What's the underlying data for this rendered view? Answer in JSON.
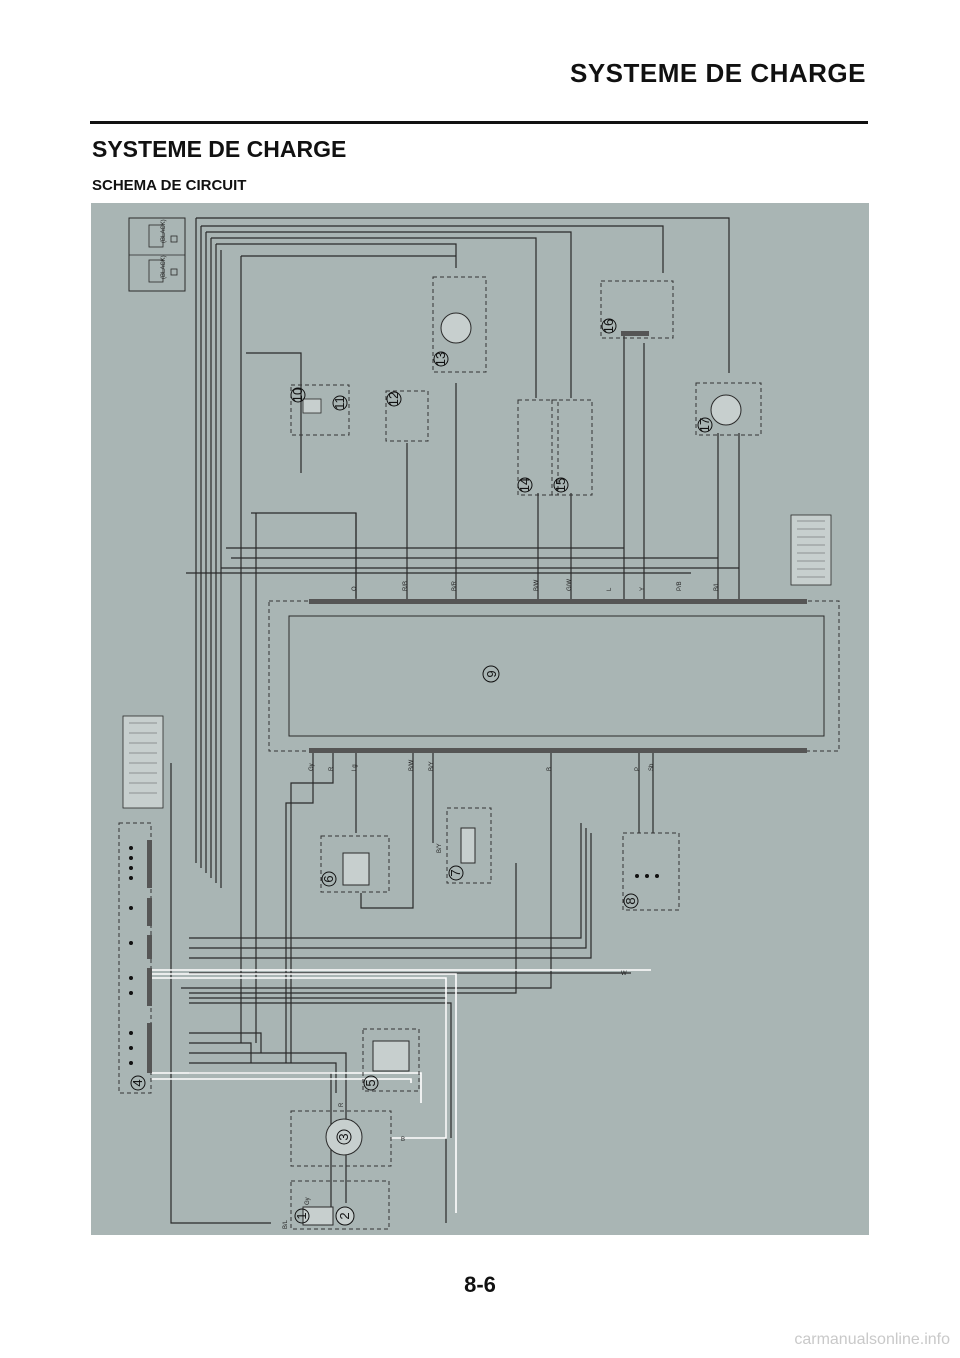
{
  "header": {
    "title": "SYSTEME DE CHARGE"
  },
  "section": {
    "title": "SYSTEME DE CHARGE",
    "subtitle": "SCHEMA DE CIRCUIT"
  },
  "footer": {
    "page_number": "8-6",
    "watermark": "carmanualsonline.info"
  },
  "diagram": {
    "component_numbers": [
      "1",
      "2",
      "3",
      "4",
      "5",
      "6",
      "7",
      "8",
      "9",
      "10",
      "11",
      "12",
      "13",
      "14",
      "15",
      "16",
      "17"
    ],
    "ecu_top_wires": [
      "O",
      "R/B",
      "B/R",
      "B/W",
      "G/W",
      "L",
      "Y",
      "P/B",
      "B/L"
    ],
    "ecu_bottom_wires": [
      "Gy",
      "R",
      "Lg",
      "B/W",
      "B/Y",
      "B",
      "P",
      "Sb"
    ],
    "fuse_box_labels": [
      "(BLACK)",
      "(BLACK)"
    ],
    "misc_wire_labels": [
      "B/L",
      "Gy",
      "R",
      "B",
      "B/Y",
      "W"
    ]
  }
}
